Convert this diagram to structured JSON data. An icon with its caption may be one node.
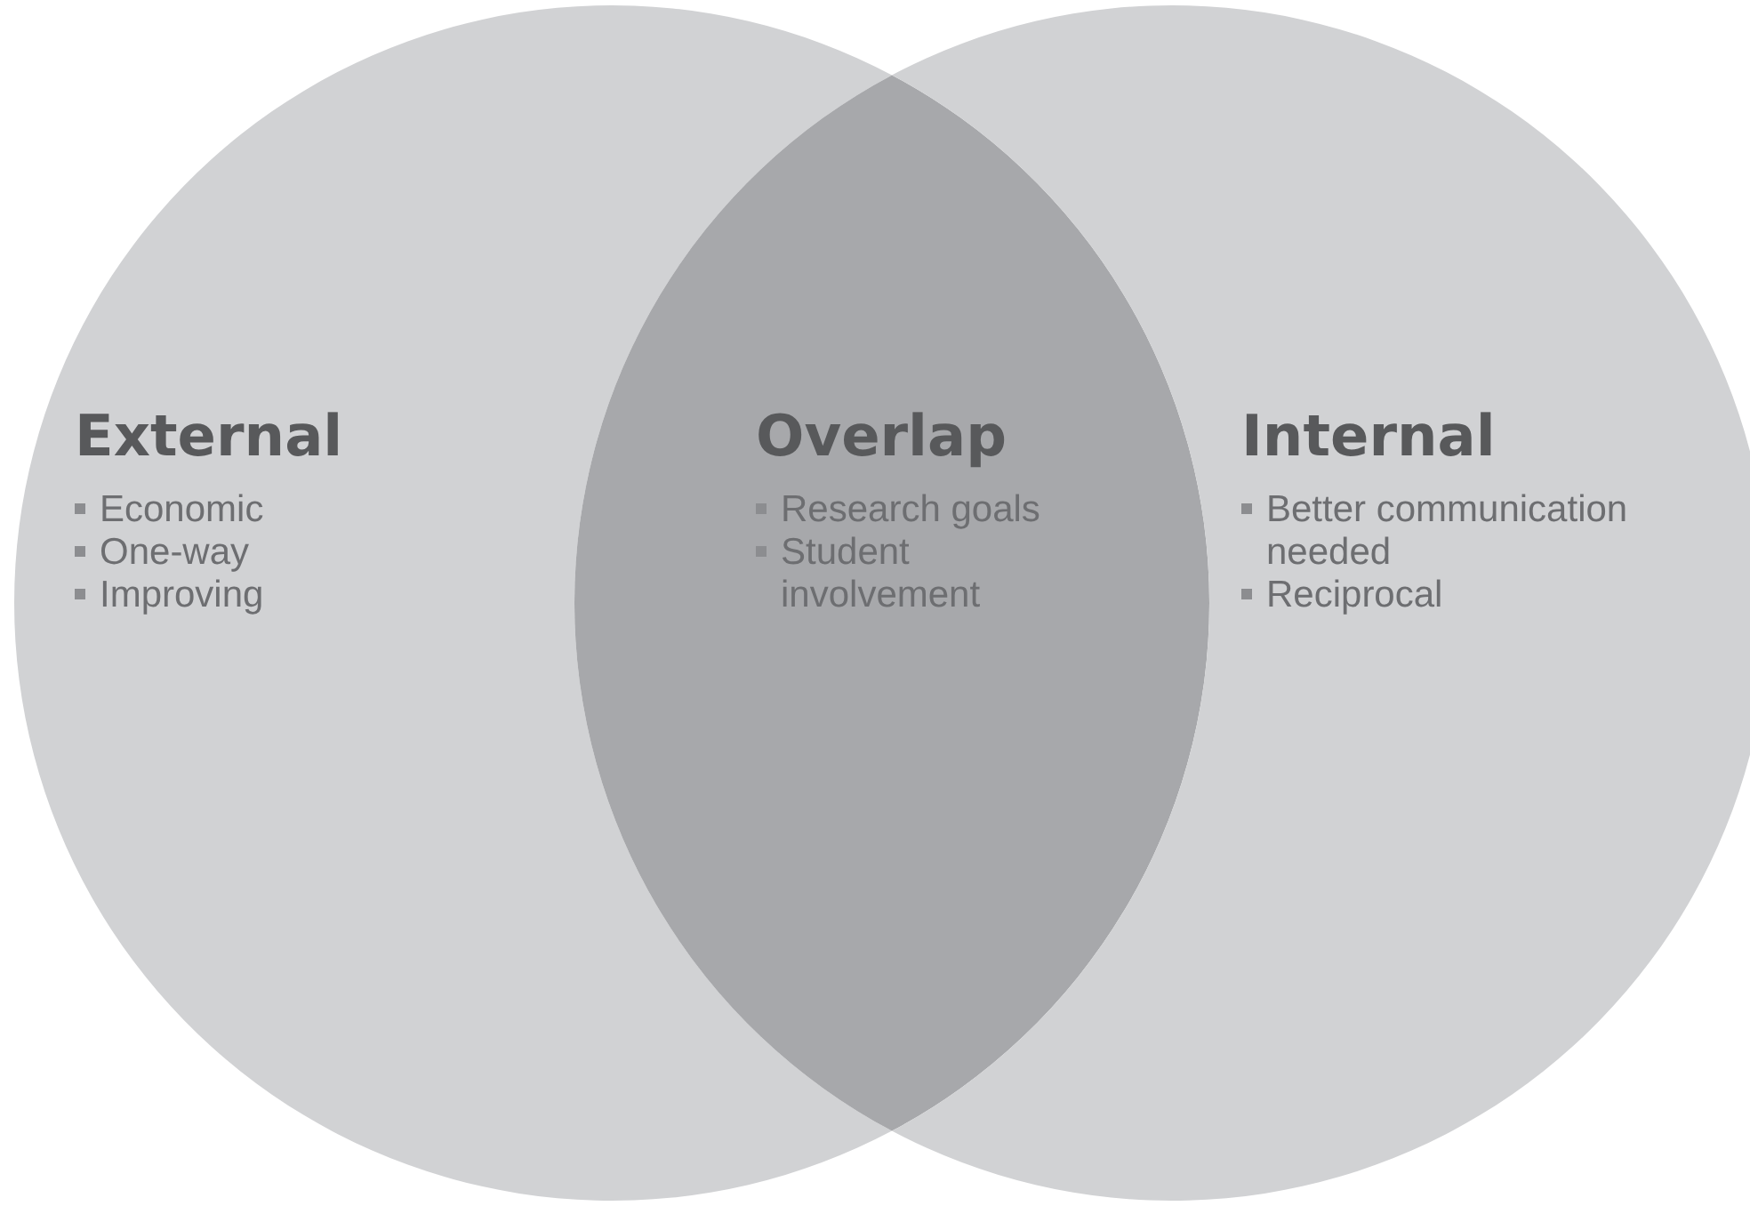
{
  "diagram": {
    "nodes": [
      {
        "text": [
          "External",
          "Economic",
          "One-way",
          "Improving"
        ]
      },
      {
        "text": [
          "Overlap",
          "Research goals",
          "Student involvement"
        ]
      },
      {
        "text": [
          "Internal",
          "Better communication needed",
          "Reciprocal"
        ]
      }
    ],
    "edges": []
  }
}
